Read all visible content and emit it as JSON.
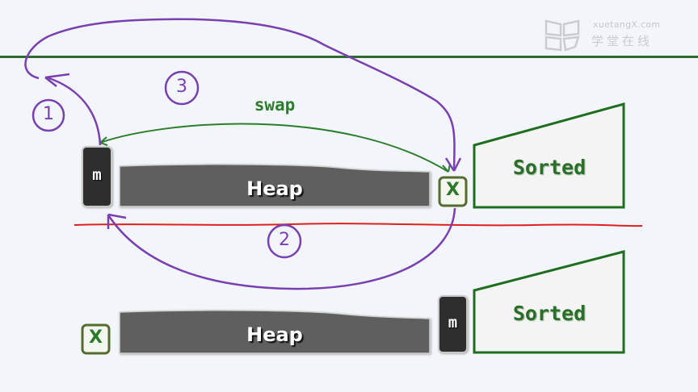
{
  "logo": {
    "text_en": "xuetangX.com",
    "text_cn": "学堂在线"
  },
  "colors": {
    "background": "#f2f6fa",
    "divider_green": "#2f6b2f",
    "divider_red": "#e02020",
    "annotation_purple": "#7a3fb0",
    "swap_green": "#2e7d2e",
    "heap_fill": "#5f5f5f",
    "m_box_fill": "#2e2e2e",
    "sorted_stroke": "#1f6e1f"
  },
  "top_row": {
    "m_label": "m",
    "heap_label": "Heap",
    "x_label": "X",
    "sorted_label": "Sorted",
    "swap_label": "swap"
  },
  "bottom_row": {
    "x_label": "X",
    "heap_label": "Heap",
    "m_label": "m",
    "sorted_label": "Sorted"
  },
  "annotations": {
    "step1": "1",
    "step2": "2",
    "step3": "3"
  }
}
